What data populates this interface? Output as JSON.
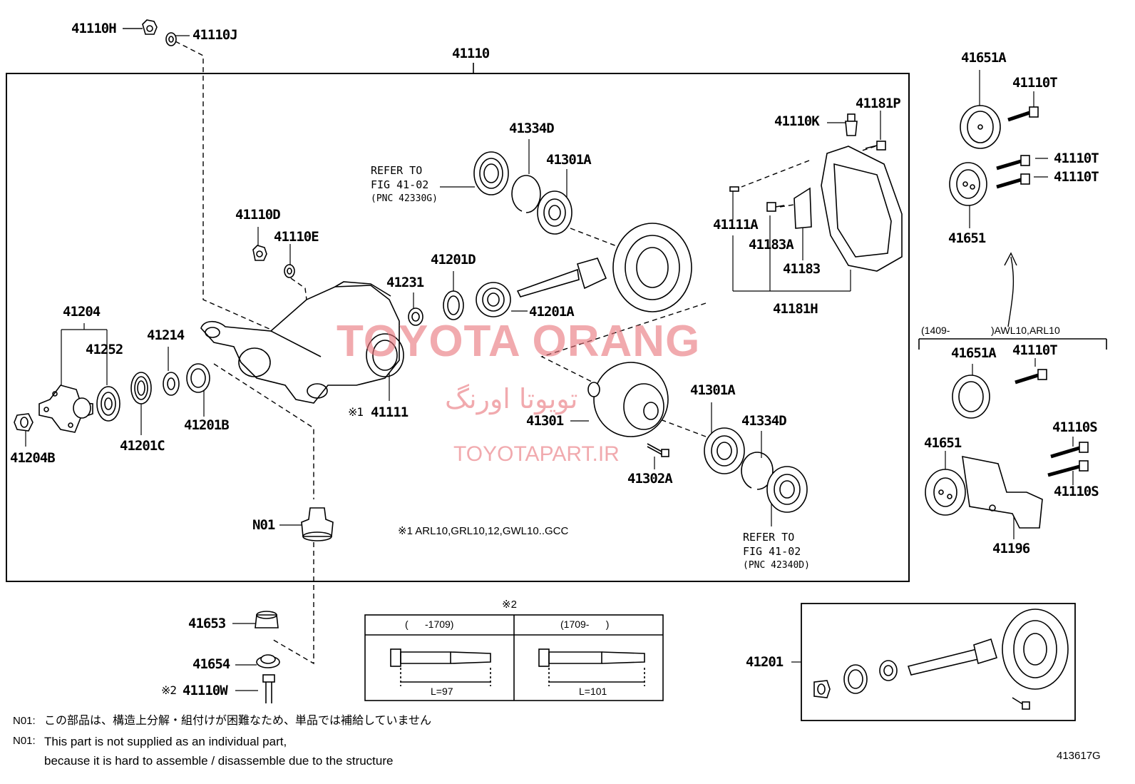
{
  "callouts": {
    "p41110H": "41110H",
    "p41110J": "41110J",
    "p41110": "41110",
    "p41334D_top": "41334D",
    "p41301A_top": "41301A",
    "p41110K": "41110K",
    "p41181P": "41181P",
    "p41110D": "41110D",
    "p41110E": "41110E",
    "p41201D": "41201D",
    "p41231": "41231",
    "p41201A": "41201A",
    "p41111A": "41111A",
    "p41183A": "41183A",
    "p41183": "41183",
    "p41181H": "41181H",
    "p41204": "41204",
    "p41252": "41252",
    "p41214": "41214",
    "p41201B": "41201B",
    "p41201C": "41201C",
    "p41204B": "41204B",
    "p41111": "41111",
    "p41301": "41301",
    "p41301A_bot": "41301A",
    "p41334D_bot": "41334D",
    "p41302A": "41302A",
    "pN01": "N01",
    "p41651A_top": "41651A",
    "p41110T_1": "41110T",
    "p41110T_2": "41110T",
    "p41110T_3": "41110T",
    "p41651_top": "41651",
    "p41651A_mid": "41651A",
    "p41110T_4": "41110T",
    "p41110S_1": "41110S",
    "p41651_mid": "41651",
    "p41110S_2": "41110S",
    "p41196": "41196",
    "p41653": "41653",
    "p41654": "41654",
    "p41110W": "41110W",
    "p41201_box": "41201"
  },
  "marks": {
    "mark1": "※1",
    "mark2": "※2",
    "mark2_bolt": "※2"
  },
  "refer_top": {
    "line1": "REFER TO",
    "line2": "FIG 41-02",
    "line3": "(PNC 42330G)"
  },
  "refer_bottom": {
    "line1": "REFER TO",
    "line2": "FIG 41-02",
    "line3": "(PNC 42340D)"
  },
  "model_note": "※1 ARL10,GRL10,12,GWL10..GCC",
  "right_range": {
    "open": "(1409-",
    "close": ")AWL10,ARL10"
  },
  "bolt_table": {
    "col1_header": "(      -1709)",
    "col2_header": "(1709-      )",
    "col1_length": "L=97",
    "col2_length": "L=101"
  },
  "footnotes": {
    "jp_prefix": "N01:",
    "jp_text": "この部品は、構造上分解・組付けが困難なため、単品では補給していません",
    "en_prefix": "N01:",
    "en_line1": "This part is not supplied as an individual part,",
    "en_line2": "because it is hard to assemble / disassemble due to the structure"
  },
  "figure_id": "413617G",
  "watermark": {
    "brand": "TOYOTA ORANG",
    "persian": "تویوتا اورنگ",
    "url": "TOYOTAPART.IR",
    "color": "#e8727a"
  }
}
